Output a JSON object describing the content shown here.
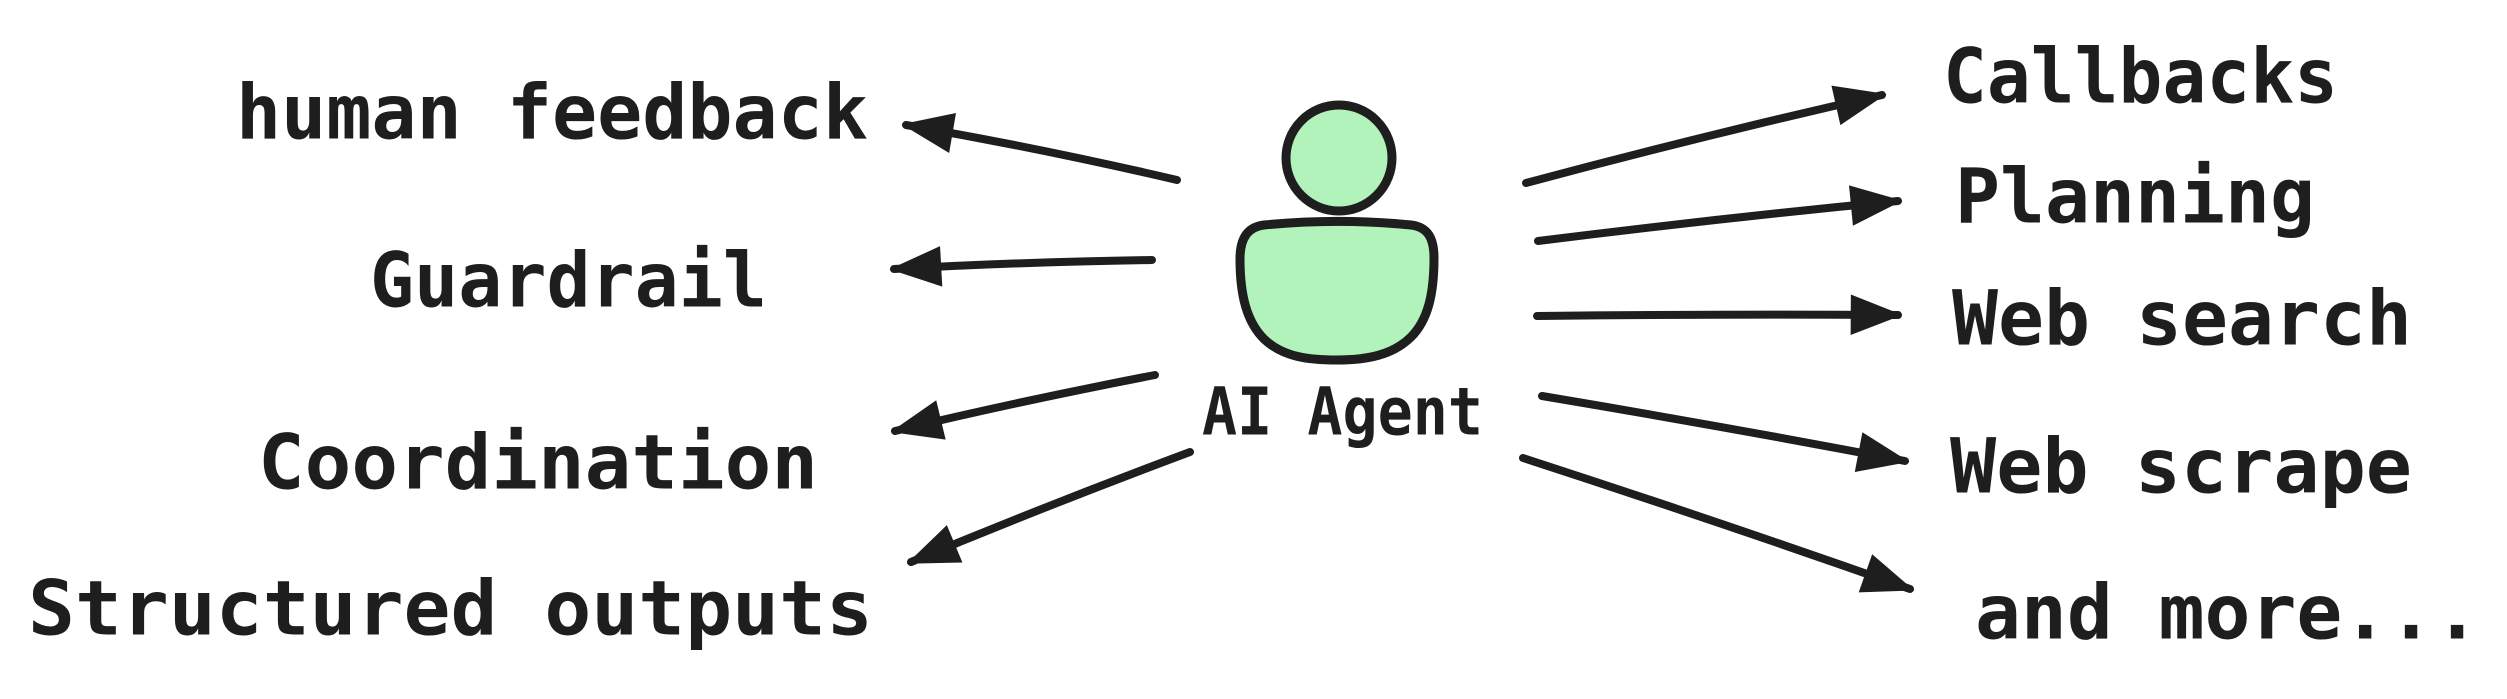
{
  "agent": {
    "label": "AI Agent",
    "icon": "person-icon"
  },
  "left_capabilities": [
    "human feedback",
    "Guardrail",
    "Coordination",
    "Structured outputs"
  ],
  "right_capabilities": [
    "Callbacks",
    "Planning",
    "Web search",
    "Web scrape",
    "and more..."
  ],
  "colors": {
    "agent_fill": "#b2f2bb",
    "stroke": "#1e1e1e",
    "background": "#ffffff"
  }
}
